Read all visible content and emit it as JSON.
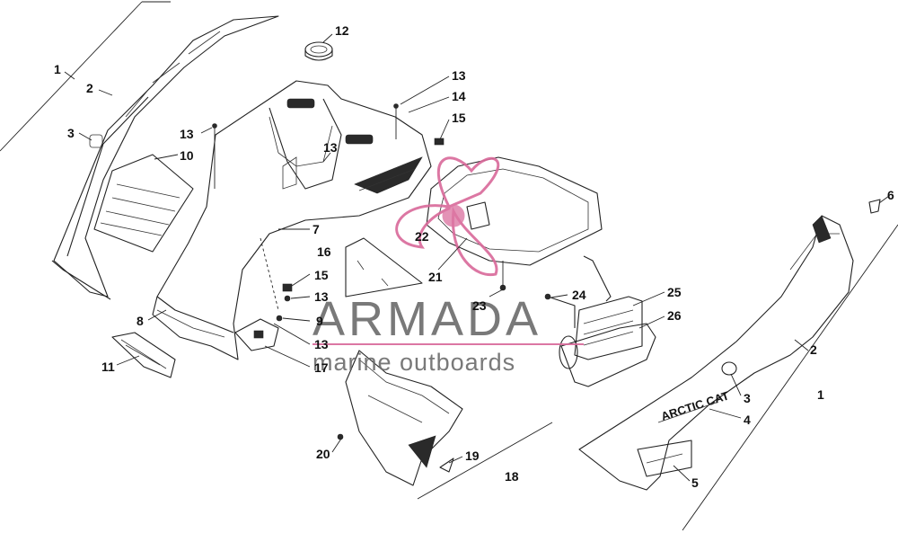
{
  "diagram": {
    "callouts": {
      "c1a": "1",
      "c2a": "2",
      "c3a": "3",
      "c13a": "13",
      "c10": "10",
      "c12": "12",
      "c13b": "13",
      "c14": "14",
      "c15a": "15",
      "c13c": "13",
      "c7": "7",
      "c16": "16",
      "c15b": "15",
      "c13d": "13",
      "c9": "9",
      "c8": "8",
      "c13e": "13",
      "c17": "17",
      "c11": "11",
      "c22": "22",
      "c21": "21",
      "c23": "23",
      "c24": "24",
      "c25": "25",
      "c26": "26",
      "c6": "6",
      "c2b": "2",
      "c1b": "1",
      "c3b": "3",
      "c4": "4",
      "c5": "5",
      "c20": "20",
      "c19": "19",
      "c18": "18"
    },
    "decal_text": "ARCTIC CAT"
  },
  "watermark": {
    "brand": "ARMADA",
    "tagline": "marine outboards",
    "colors": {
      "logo": "#d9699a",
      "text": "#6b6b6b"
    }
  }
}
